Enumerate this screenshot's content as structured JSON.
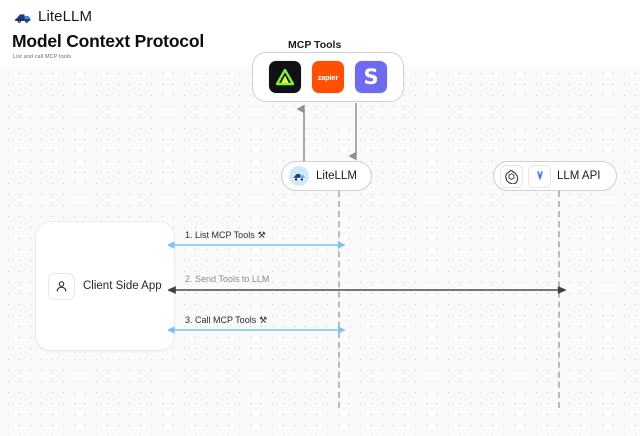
{
  "header": {
    "brand": "LiteLLM",
    "brand_logo_icon": "litellm-truck-icon",
    "title": "Model Context Protocol",
    "subtitle": "List and call MCP tools"
  },
  "diagram": {
    "mcp_group": {
      "label": "MCP Tools",
      "tools": [
        {
          "name": "anthropic",
          "icon": "anthropic-triangle-icon",
          "label": "",
          "bg": "#111113"
        },
        {
          "name": "zapier",
          "icon": "zapier-icon",
          "label": "zapier",
          "bg": "#ff4f00"
        },
        {
          "name": "slack",
          "icon": "slack-s-icon",
          "label": "S",
          "bg": "#6f6aef"
        }
      ]
    },
    "nodes": [
      {
        "id": "litellm",
        "label": "LiteLLM",
        "icons": [
          "litellm-avatar-icon"
        ]
      },
      {
        "id": "llm-api",
        "label": "LLM API",
        "icons": [
          "openai-icon",
          "anthropic-claude-icon"
        ]
      },
      {
        "id": "client",
        "label": "Client Side App",
        "icons": [
          "user-icon"
        ]
      }
    ],
    "vertical_arrows": [
      {
        "name": "mcp-to-litellm-up",
        "direction": "up",
        "color": "#8e8e96"
      },
      {
        "name": "litellm-to-mcp-down",
        "direction": "down",
        "color": "#8e8e96"
      }
    ],
    "messages": [
      {
        "step": "1.",
        "label": "1. List MCP Tools",
        "icon": "wrench-icon",
        "color": "#7cc4ee",
        "style": "solid",
        "from": "client",
        "to": "litellm"
      },
      {
        "step": "2.",
        "label": "2. Send Tools to LLM",
        "icon": "",
        "color": "#4b4b53",
        "style": "solid",
        "from": "client",
        "to": "llm-api"
      },
      {
        "step": "3.",
        "label": "3. Call MCP Tools",
        "icon": "wrench-icon",
        "color": "#7cc4ee",
        "style": "solid",
        "from": "client",
        "to": "litellm"
      }
    ],
    "colors": {
      "canvas_bg": "#fafafa",
      "grid_dot": "#e6e6e8",
      "accent_blue": "#7cc4ee",
      "arrow_gray": "#4b4b53",
      "lifeline": "#b9b9bf"
    }
  }
}
